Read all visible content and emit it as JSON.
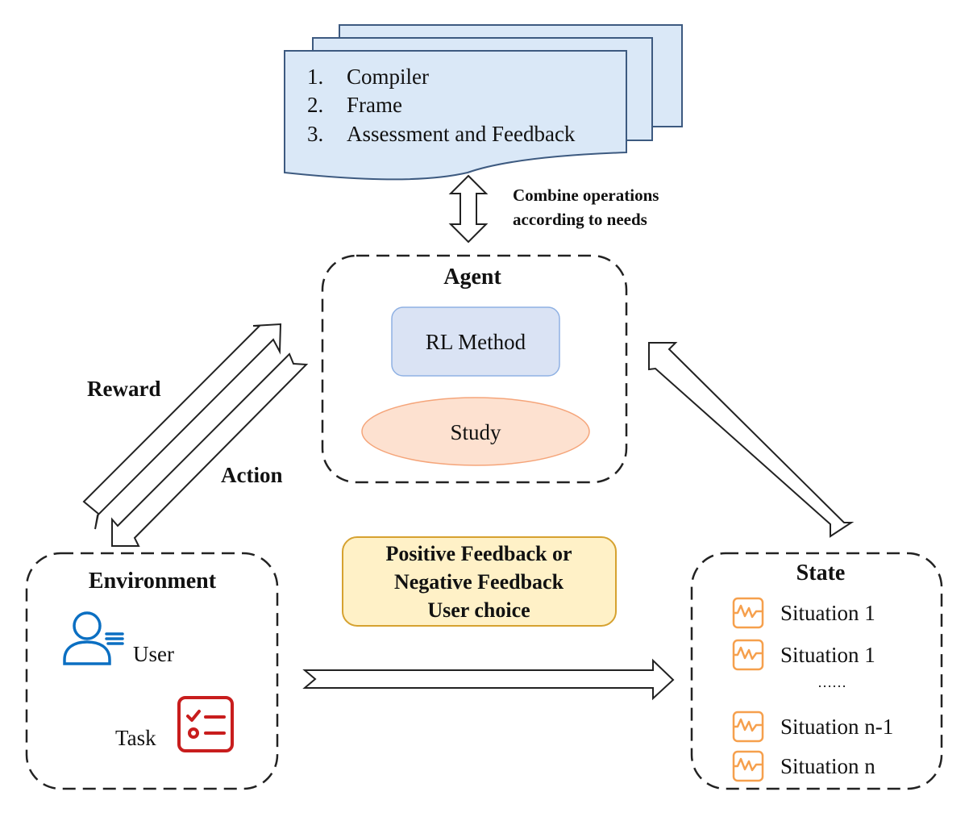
{
  "document_stack": {
    "items": [
      {
        "num": "1.",
        "label": "Compiler"
      },
      {
        "num": "2.",
        "label": "Frame"
      },
      {
        "num": "3.",
        "label": "Assessment and Feedback"
      }
    ]
  },
  "combine_label": {
    "line1": "Combine operations",
    "line2": "according to needs"
  },
  "agent": {
    "title": "Agent",
    "rl_method": "RL Method",
    "study": "Study"
  },
  "arrows": {
    "reward": "Reward",
    "action": "Action"
  },
  "feedback": {
    "line1": "Positive Feedback or",
    "line2": "Negative Feedback",
    "line3": "User choice"
  },
  "environment": {
    "title": "Environment",
    "user": "User",
    "task": "Task"
  },
  "state": {
    "title": "State",
    "situations": [
      "Situation 1",
      "Situation 1",
      "Situation n-1",
      "Situation n"
    ],
    "ellipsis": "……"
  },
  "colors": {
    "doc_fill": "#dae8f7",
    "doc_stroke": "#3d5a80",
    "rl_fill": "#dae3f4",
    "rl_stroke": "#8fb1e3",
    "study_fill": "#fde1d0",
    "study_stroke": "#f5a57a",
    "feedback_fill": "#fff1c7",
    "feedback_stroke": "#d6a230",
    "user_icon": "#0b6fc2",
    "task_icon": "#c81d1d",
    "situation_icon": "#f6a04d"
  }
}
